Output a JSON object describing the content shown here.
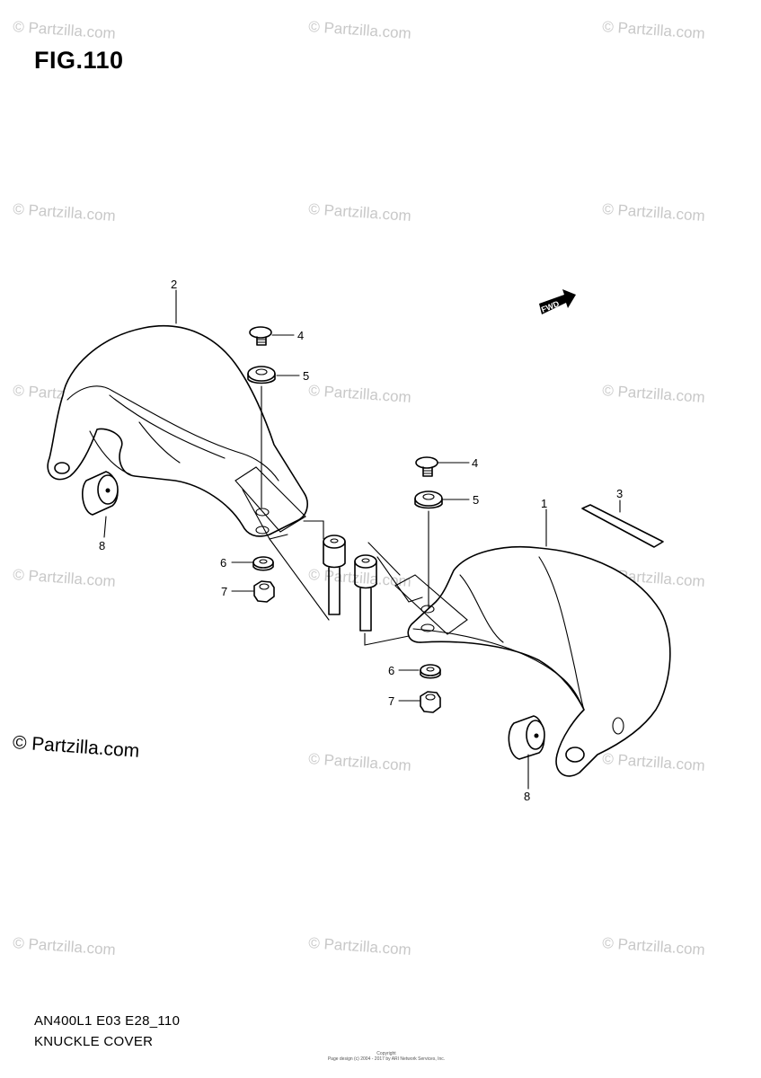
{
  "figure_title": "FIG.110",
  "footer": {
    "model_code": "AN400L1 E03 E28_110",
    "section_name": "KNUCKLE COVER"
  },
  "fwd_label": "FWD",
  "watermark": {
    "text": "© Partzilla.com",
    "big_text": "© Partzilla.com"
  },
  "copyright": {
    "line1": "Copyright",
    "line2": "Page design (c) 2004 - 2017 by ARI Network Services, Inc."
  },
  "callouts": {
    "c1": "1",
    "c2": "2",
    "c3": "3",
    "c4a": "4",
    "c4b": "4",
    "c5a": "5",
    "c5b": "5",
    "c6a": "6",
    "c6b": "6",
    "c7a": "7",
    "c7b": "7",
    "c8a": "8",
    "c8b": "8"
  }
}
